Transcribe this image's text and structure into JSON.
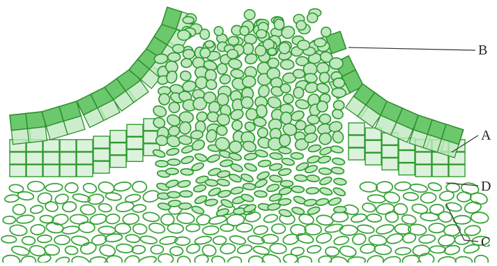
{
  "figure": {
    "subject": "lenticel-cross-section",
    "colors": {
      "cell_outline": "#2e9a2e",
      "phellem_fill": "#6cc86c",
      "phellem_dark": "#2f8f2f",
      "complementary_fill": "#bfe8bf",
      "cortex_outline": "#3aa43a"
    }
  },
  "labels": {
    "B": "B",
    "A": "A",
    "D": "D",
    "C": "C"
  }
}
